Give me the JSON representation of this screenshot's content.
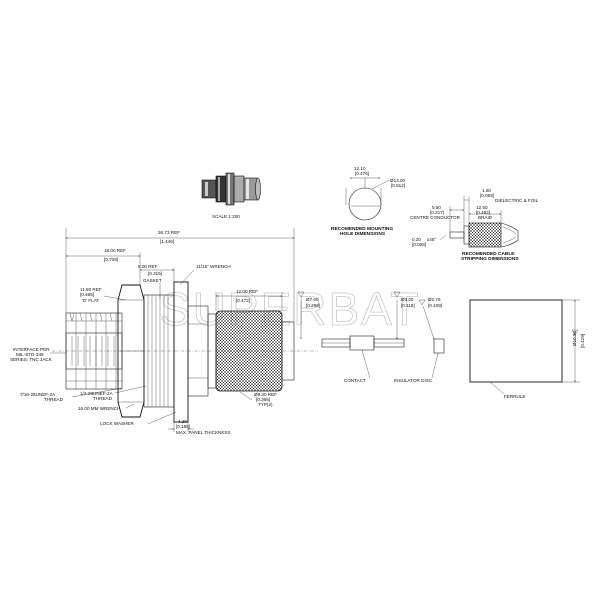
{
  "brand": {
    "watermark": "SUPERBAT"
  },
  "scale": "SCALE  1:200",
  "mounting_hole": {
    "dim_a": "12.10",
    "dim_a_in": "[0.476]",
    "dim_b": "Ø13.00",
    "dim_b_in": "[0.512]",
    "caption_1": "RECOMENDED MOUNTING",
    "caption_2": "HOLE DIMENSIONS"
  },
  "stripping": {
    "d1": "1.50",
    "d1_in": "[0.059]",
    "d1_label": "DIELECTRIC & FOIL",
    "d2": "12.50",
    "d2_in": "[0.492]",
    "d2_label": "BRAID",
    "d3": "5.50",
    "d3_in": "[0.217]",
    "d3_label": "CENTRE CONDUCTOR",
    "d4": "0.20",
    "d4_sym": "x45°",
    "d4_in": "[0.008]",
    "caption_1": "RECOMENDED CABLE",
    "caption_2": "STRIPPING DIMENSIONS"
  },
  "main": {
    "overall": "36.73  REF",
    "overall_in": "[1.446]",
    "body_len": "18.00  REF",
    "body_len_in": "[0.709]",
    "flat": "11.80  REF",
    "flat_in": "[0.465]",
    "flat_label": "'D' FLAT",
    "gasket_len": "8.00  REF",
    "gasket_len_in": "[0.315]",
    "gasket": "GASKET",
    "wrench": "11/16\" WRENCH",
    "crimp_len": "12.00  REF",
    "crimp_len_in": "[0.472]",
    "interface_1": "INTERFACE PER",
    "interface_2": "MIL-STD-348",
    "interface_3": "SERIES: TNC JACK",
    "thread1_1": "7/16-28UNEF-2A",
    "thread1_2": "THREAD",
    "thread2_1": "1/2-28UNEF-2A",
    "thread2_2": "THREAD",
    "mm_wrench": "16.00 MM WRENCH",
    "lock_washer": "LOCK WASHER",
    "panel": "4.20",
    "panel_in": "[0.165]",
    "panel_label": "MAX. PANEL THICKNESS",
    "knurl": "Ø9.30  REF",
    "knurl_in": "[0.366]",
    "knurl_typ": "TYP(2)"
  },
  "parts": {
    "contact_dia": "Ø7.60",
    "contact_dia_in": "[0.299]",
    "contact": "CONTACT",
    "ins1": "Ø3.00",
    "ins1_in": "[0.118]",
    "ins2": "Ø2.76",
    "ins2_in": "[0.109]",
    "insulator": "INSULATOR DISC",
    "ferrule_dia": "Ø10.90",
    "ferrule_dia_in": "[0.429]",
    "ferrule": "FERRULE"
  }
}
